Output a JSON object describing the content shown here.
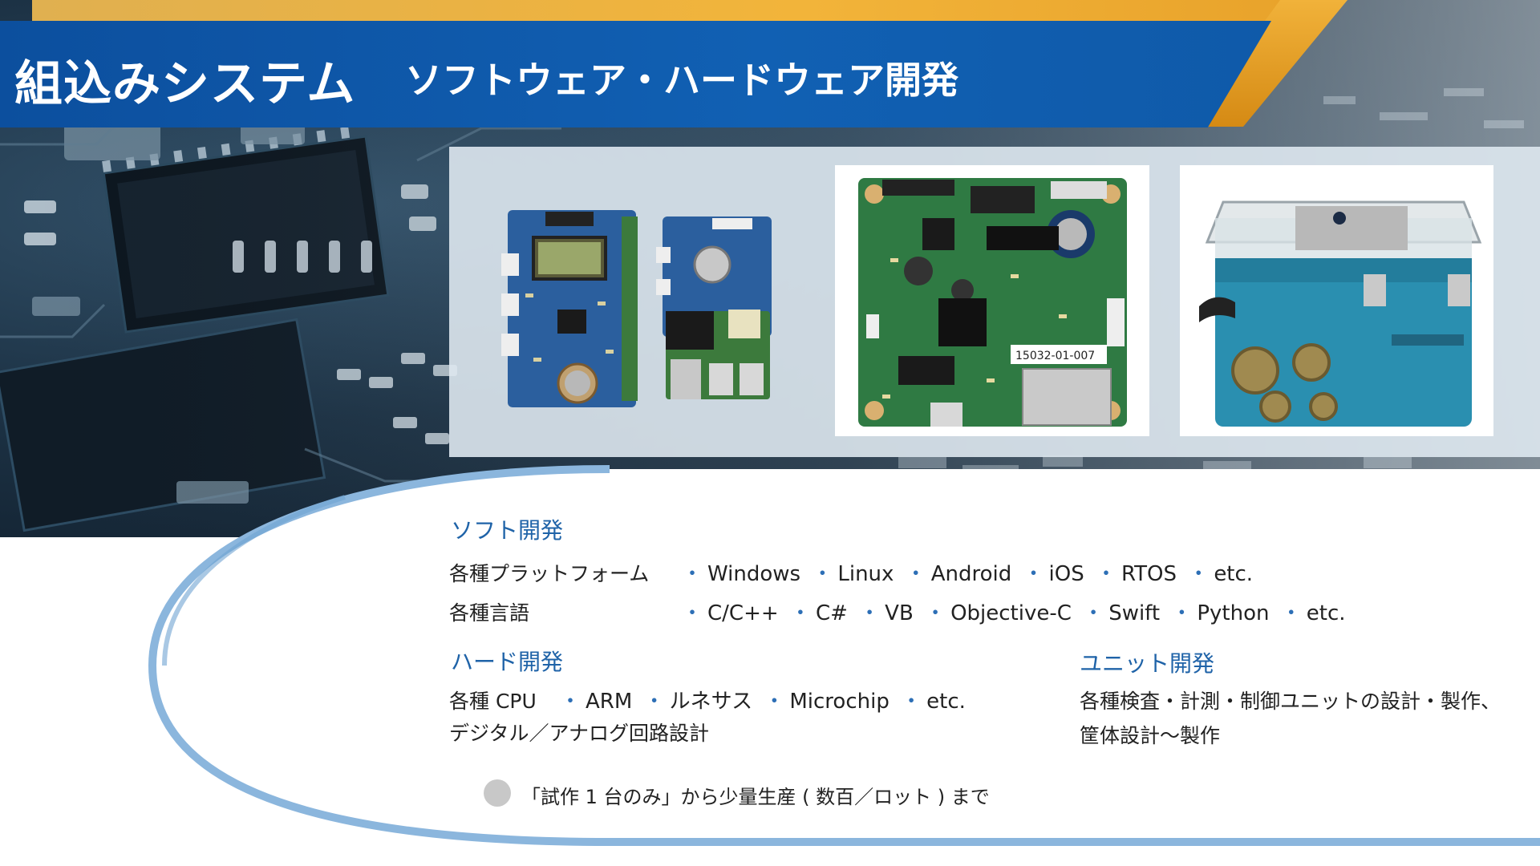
{
  "header": {
    "title_main": "組込みシステム",
    "title_sub": "ソフトウェア・ハードウェア開発"
  },
  "colors": {
    "title_bar": "#1160b3",
    "accent_gold": "#f2b43a",
    "heading_blue": "#1f63a8",
    "swoosh_blue": "#8bb6dd"
  },
  "soft": {
    "heading": "ソフト開発",
    "platform_label": "各種プラットフォーム",
    "platforms": [
      "Windows",
      "Linux",
      "Android",
      "iOS",
      "RTOS",
      "etc."
    ],
    "language_label": "各種言語",
    "languages": [
      "C/C++",
      "C#",
      "VB",
      "Objective-C",
      "Swift",
      "Python",
      "etc."
    ]
  },
  "hard": {
    "heading": "ハード開発",
    "cpu_label": "各種 CPU",
    "cpus": [
      "ARM",
      "ルネサス",
      "Microchip",
      "etc."
    ],
    "circuit": "デジタル／アナログ回路設計"
  },
  "unit": {
    "heading": "ユニット開発",
    "line1": "各種検査・計測・制御ユニットの設計・製作、",
    "line2": "筐体設計〜製作"
  },
  "note": "「試作 1 台のみ」から少量生産 ( 数百／ロット ) まで",
  "photos": [
    {
      "name": "lcd-board-photo"
    },
    {
      "name": "compact-board-photo"
    },
    {
      "name": "green-board-photo",
      "label": "15032-01-007"
    },
    {
      "name": "waterproof-case-photo"
    }
  ]
}
